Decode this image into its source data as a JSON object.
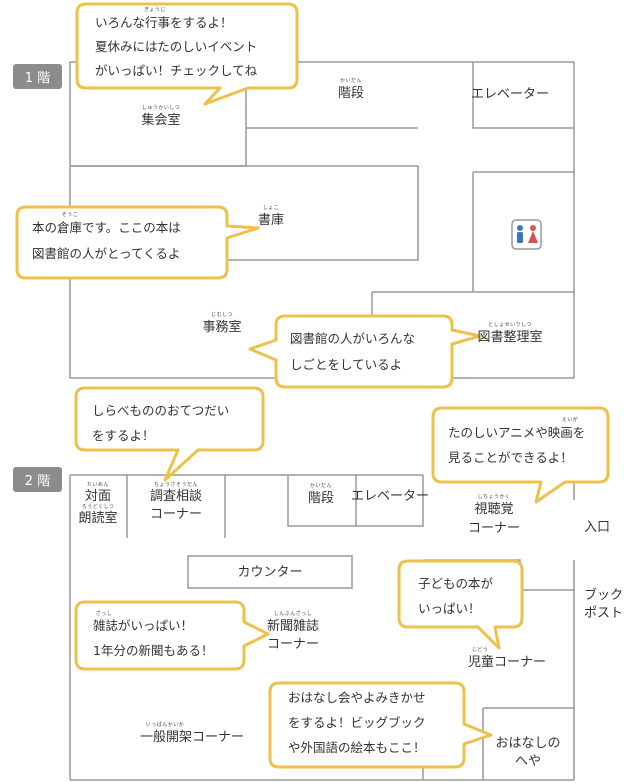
{
  "floors": {
    "first": {
      "badge": "1 階"
    },
    "second": {
      "badge": "2 階"
    }
  },
  "first_floor": {
    "rooms": {
      "meeting_room": {
        "label": "集会室",
        "ruby": "しゅうかいしつ"
      },
      "stairs": {
        "label": "階段",
        "ruby": "かいだん"
      },
      "elevator": {
        "label": "エレベーター"
      },
      "stack_room": {
        "label": "書庫",
        "ruby": "しょこ"
      },
      "office": {
        "label": "事務室",
        "ruby": "じむしつ"
      },
      "processing_room": {
        "label": "図書整理室",
        "ruby": "としょせいりしつ"
      }
    },
    "restroom_icon": "restroom-icon",
    "bubbles": {
      "events": {
        "lines": [
          "いろんな行事をするよ！",
          "夏休みにはたのしいイベント",
          "がいっぱい！チェックしてね"
        ],
        "ruby": "ぎょうじ"
      },
      "stack": {
        "lines": [
          "本の倉庫です。ここの本は",
          "図書館の人がとってくるよ"
        ],
        "ruby": "そうこ"
      },
      "office": {
        "lines": [
          "図書館の人がいろんな",
          "しごとをしているよ"
        ]
      }
    }
  },
  "second_floor": {
    "rooms": {
      "facing_reading": {
        "line1": "対面",
        "line2": "朗読室",
        "ruby1": "たいめん",
        "ruby2": "ろうどくしつ"
      },
      "reference": {
        "line1": "調査相談",
        "line2": "コーナー",
        "ruby": "ちょうさそうだん"
      },
      "stairs": {
        "label": "階段",
        "ruby": "かいだん"
      },
      "elevator": {
        "label": "エレベーター"
      },
      "av_corner": {
        "line1": "視聴覚",
        "line2": "コーナー",
        "ruby": "しちょうかく"
      },
      "entrance": {
        "label": "入口"
      },
      "counter": {
        "label": "カウンター"
      },
      "book_post": {
        "line1": "ブック",
        "line2": "ポスト"
      },
      "newspaper": {
        "line1": "新聞雑誌",
        "line2": "コーナー",
        "ruby": "しんぶんざっし"
      },
      "children": {
        "label": "児童コーナー",
        "ruby": "じどう"
      },
      "general": {
        "label": "一般開架コーナー",
        "ruby": "いっぱんかいか"
      },
      "story_room": {
        "line1": "おはなしの",
        "line2": "へや"
      }
    },
    "bubbles": {
      "reference": {
        "lines": [
          "しらべもののおてつだい",
          "をするよ！"
        ]
      },
      "av": {
        "lines": [
          "たのしいアニメや映画を",
          "見ることができるよ！"
        ],
        "ruby": "えいが"
      },
      "children": {
        "lines": [
          "子どもの本が",
          "いっぱい！"
        ]
      },
      "magazines": {
        "lines": [
          "雑誌がいっぱい！",
          "1年分の新聞もある！"
        ],
        "ruby": "ざっし"
      },
      "storytime": {
        "lines": [
          "おはなし会やよみきかせ",
          "をするよ！ビッグブック",
          "や外国語の絵本もここ！"
        ]
      }
    }
  },
  "colors": {
    "wall": "#9a9a9a",
    "bubble_border": "#eec24a",
    "bubble_fill": "#ffffff",
    "badge": "#8c8c8c",
    "restroom_male": "#3a78c2",
    "restroom_female": "#d9534f"
  }
}
